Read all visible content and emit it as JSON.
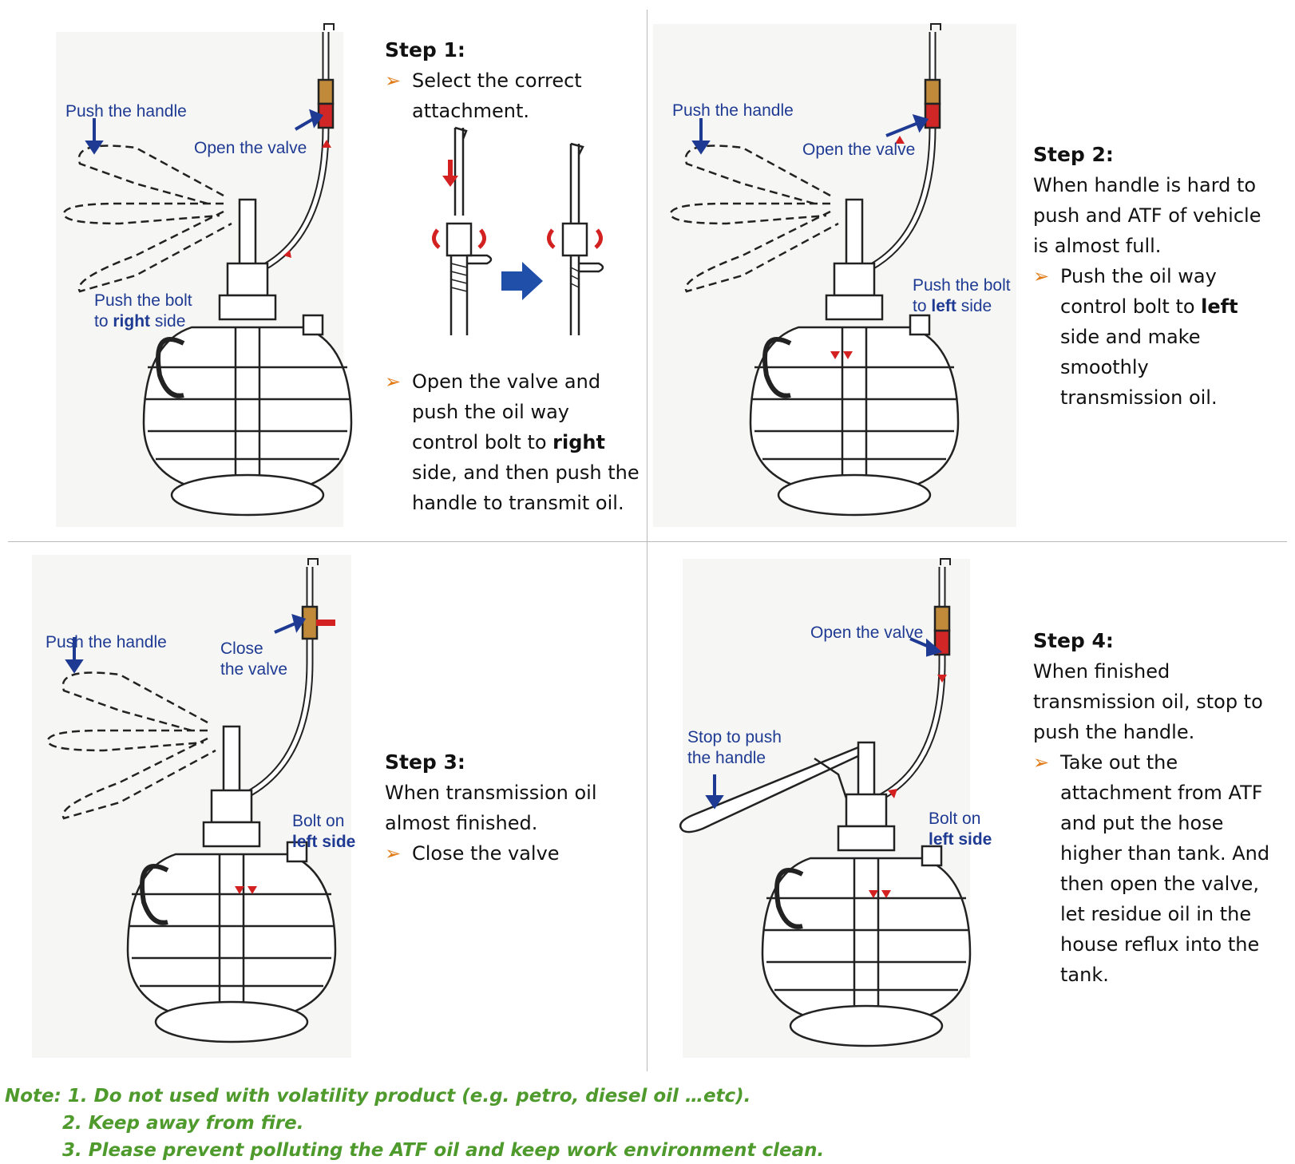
{
  "panels": [
    {
      "title": "Step 1:",
      "callouts": {
        "push_handle": "Push the handle",
        "open_valve": "Open the valve",
        "bolt_line1": "Push the bolt",
        "bolt_line2_pre": "to ",
        "bolt_line2_bold": "right",
        "bolt_line2_post": " side"
      },
      "bullets": [
        {
          "lines": [
            "Select the correct",
            "attachment."
          ]
        },
        {
          "lines": [
            "Open the valve and",
            "push the oil way"
          ],
          "line3_pre": "control bolt to ",
          "line3_bold": "right",
          "lines_after": [
            "side, and then push the",
            "handle to transmit oil."
          ]
        }
      ]
    },
    {
      "title": "Step 2:",
      "callouts": {
        "push_handle": "Push the handle",
        "open_valve": "Open the valve",
        "bolt_line1": "Push the bolt",
        "bolt_line2_pre": "to ",
        "bolt_line2_bold": "left",
        "bolt_line2_post": " side"
      },
      "intro": [
        "When handle is hard to",
        "push and ATF of vehicle",
        "is almost full."
      ],
      "bullet": {
        "line1": "Push the oil way",
        "line2_pre": "control bolt to ",
        "line2_bold": "left",
        "rest": [
          "side and make",
          "smoothly",
          "transmission oil."
        ]
      }
    },
    {
      "title": "Step 3:",
      "callouts": {
        "push_handle": "Push the handle",
        "close1": "Close",
        "close2": "the valve",
        "bolt1": "Bolt on",
        "bolt2": "left side"
      },
      "intro": [
        "When transmission oil",
        "almost finished."
      ],
      "bullet": "Close the valve"
    },
    {
      "title": "Step 4:",
      "callouts": {
        "open_valve": "Open the valve",
        "stop1": "Stop to push",
        "stop2": "the handle",
        "bolt1": "Bolt on",
        "bolt2": "left side"
      },
      "intro": [
        "When finished",
        "transmission oil, stop to",
        "push the handle."
      ],
      "bullet": [
        "Take out the",
        "attachment from ATF",
        "and put the hose",
        "higher than tank. And",
        "then open the valve,",
        "let residue oil in the",
        "house reflux into the",
        "tank."
      ]
    }
  ],
  "notes": [
    "Note: 1. Do not used with volatility product (e.g. petro, diesel oil …etc).",
    "2. Keep away from fire.",
    "3. Please prevent polluting the ATF oil and keep work environment clean."
  ],
  "colors": {
    "callout": "#1f3a93",
    "bullet_arrow": "#e07a16",
    "note": "#4e9a2c",
    "flow_arrow": "#d32020"
  }
}
